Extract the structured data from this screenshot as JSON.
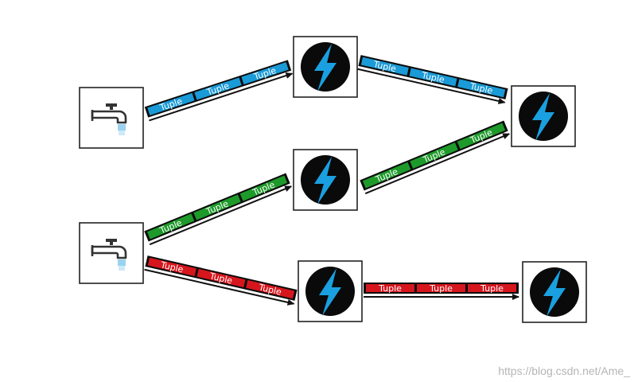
{
  "diagram": {
    "tuple_label": "Tuple",
    "watermark": "https://blog.csdn.net/Ame_",
    "colors": {
      "blue": "#1a9ad6",
      "green": "#1e9a2a",
      "red": "#d6161d",
      "bolt": "#1aa0e0",
      "bolt_bg": "#0a0a0a",
      "arrow_line": "#111111"
    },
    "nodes": [
      {
        "name": "spout-faucet-icon-top",
        "kind": "spout"
      },
      {
        "name": "spout-faucet-icon-bottom",
        "kind": "spout"
      },
      {
        "name": "bolt-lightning-icon-top-center",
        "kind": "bolt"
      },
      {
        "name": "bolt-lightning-icon-top-right",
        "kind": "bolt"
      },
      {
        "name": "bolt-lightning-icon-middle-center",
        "kind": "bolt"
      },
      {
        "name": "bolt-lightning-icon-bottom-center",
        "kind": "bolt"
      },
      {
        "name": "bolt-lightning-icon-bottom-right",
        "kind": "bolt"
      }
    ],
    "streams": [
      {
        "name": "stream-blue-spout-to-bolt",
        "color": "blue",
        "tuples": 3
      },
      {
        "name": "stream-blue-bolt-to-bolt",
        "color": "blue",
        "tuples": 3
      },
      {
        "name": "stream-green-spout-to-bolt",
        "color": "green",
        "tuples": 3
      },
      {
        "name": "stream-green-bolt-to-bolt",
        "color": "green",
        "tuples": 3
      },
      {
        "name": "stream-red-spout-to-bolt",
        "color": "red",
        "tuples": 3
      },
      {
        "name": "stream-red-bolt-to-bolt",
        "color": "red",
        "tuples": 3
      }
    ]
  }
}
